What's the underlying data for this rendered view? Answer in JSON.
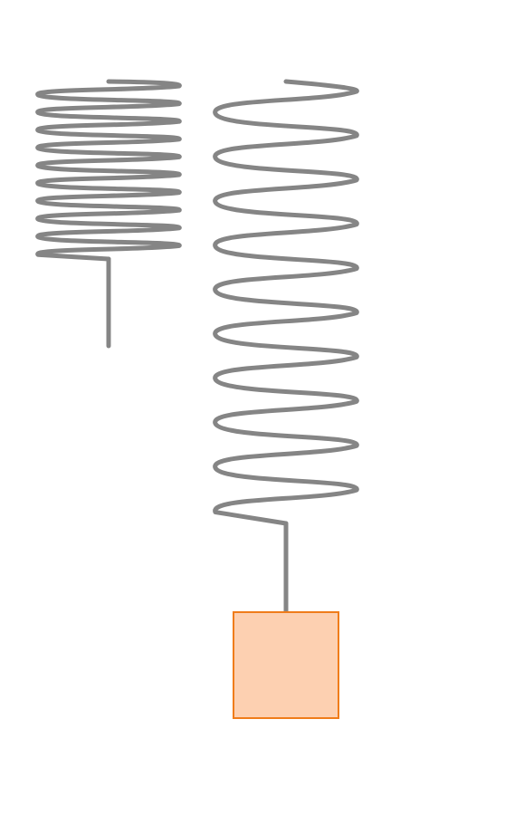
{
  "diagram": {
    "springs": [
      {
        "id": "unloaded",
        "coils": 10,
        "has_mass": false
      },
      {
        "id": "loaded",
        "coils": 10,
        "has_mass": true
      }
    ],
    "colors": {
      "spring_stroke": "#858585",
      "mass_fill": "#fdd0b1",
      "mass_stroke": "#f07c1a",
      "background": "#ffffff"
    }
  }
}
